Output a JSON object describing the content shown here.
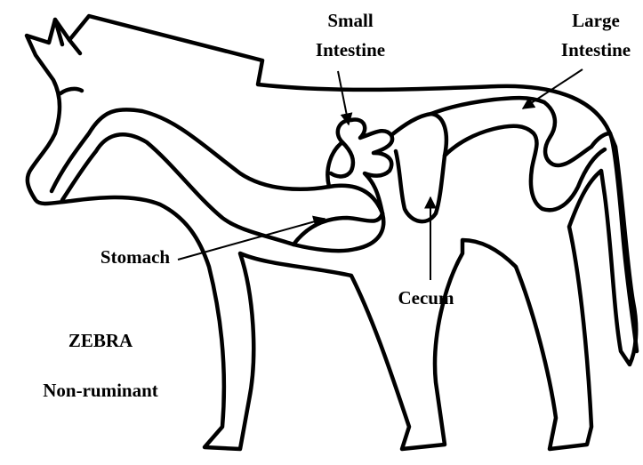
{
  "labels": {
    "small_intestine_line1": "Small",
    "small_intestine_line2": "Intestine",
    "large_intestine_line1": "Large",
    "large_intestine_line2": "Intestine",
    "stomach": "Stomach",
    "cecum": "Cecum",
    "animal": "ZEBRA",
    "type": "Non-ruminant"
  }
}
